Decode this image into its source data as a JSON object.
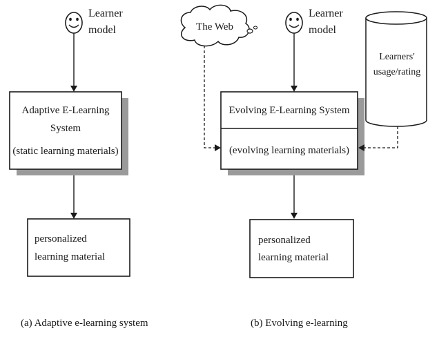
{
  "left": {
    "learner": {
      "line1": "Learner",
      "line2": "model"
    },
    "system": {
      "line1": "Adaptive E-Learning",
      "line2": "System",
      "line3": "(static learning materials)"
    },
    "output": {
      "line1": "personalized",
      "line2": "learning material"
    },
    "caption": "(a) Adaptive e-learning system"
  },
  "right": {
    "web": "The Web",
    "learner": {
      "line1": "Learner",
      "line2": "model"
    },
    "database": {
      "line1": "Learners'",
      "line2": "usage/rating"
    },
    "system": {
      "title": "Evolving E-Learning System",
      "subtitle": "(evolving learning materials)"
    },
    "output": {
      "line1": "personalized",
      "line2": "learning material"
    },
    "caption": "(b) Evolving e-learning"
  }
}
